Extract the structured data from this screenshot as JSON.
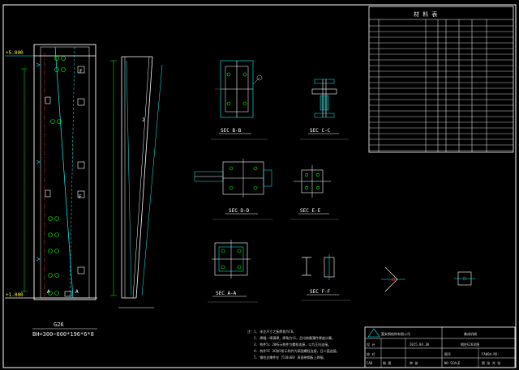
{
  "drawing": {
    "column_label": "G26",
    "column_spec": "BH=300~600*196*6*8",
    "elev_top": "+5.000",
    "elev_bottom": "+1.000",
    "sections": [
      {
        "id": "sec-bb",
        "label": "SEC B-B"
      },
      {
        "id": "sec-cc",
        "label": "SEC C-C"
      },
      {
        "id": "sec-dd",
        "label": "SEC D-D"
      },
      {
        "id": "sec-ee",
        "label": "SEC E-E"
      },
      {
        "id": "sec-aa",
        "label": "SEC A-A"
      },
      {
        "id": "sec-ff",
        "label": "SEC F-F"
      }
    ]
  },
  "materials_table": {
    "title": "材 料 表"
  },
  "notes": {
    "lines": [
      "注：1. 未注尺寸之板厚皆为C8。",
      "2. 焊缝一律满焊，焊角为t1，且均按最薄件厚度计算。",
      "3. 构件5c 20所示构件为螺栓连接，以为正向连接。",
      "4. 构件5C 3C和5所示构件为高强螺栓连接，且二面连接。",
      "5. 钢柱支撑件在（510x60）表面带钢板上焊接。"
    ]
  },
  "title_block": {
    "company": "富安钢结构有限公司",
    "project": "集成机械",
    "drawing_name": "钢柱G26详图",
    "date": "2015.04.30",
    "drawing_no_label": "图号",
    "drawing_no": "FA004-RX-",
    "scale": "NO SCALE",
    "cad": "CAD",
    "designer_label": "设 计",
    "checker_label": "校 对",
    "drawer_label": "制 图",
    "approver_label": "审 核",
    "sheet_label": "第 张 共 张"
  }
}
